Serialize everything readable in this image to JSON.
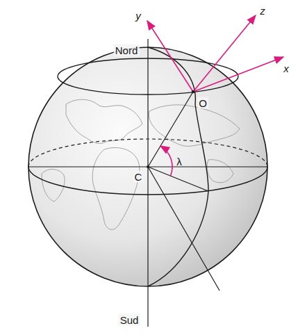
{
  "diagram": {
    "labels": [
      "Nord",
      "Sud",
      "C",
      "O",
      "x",
      "y",
      "z",
      "λ"
    ]
  }
}
